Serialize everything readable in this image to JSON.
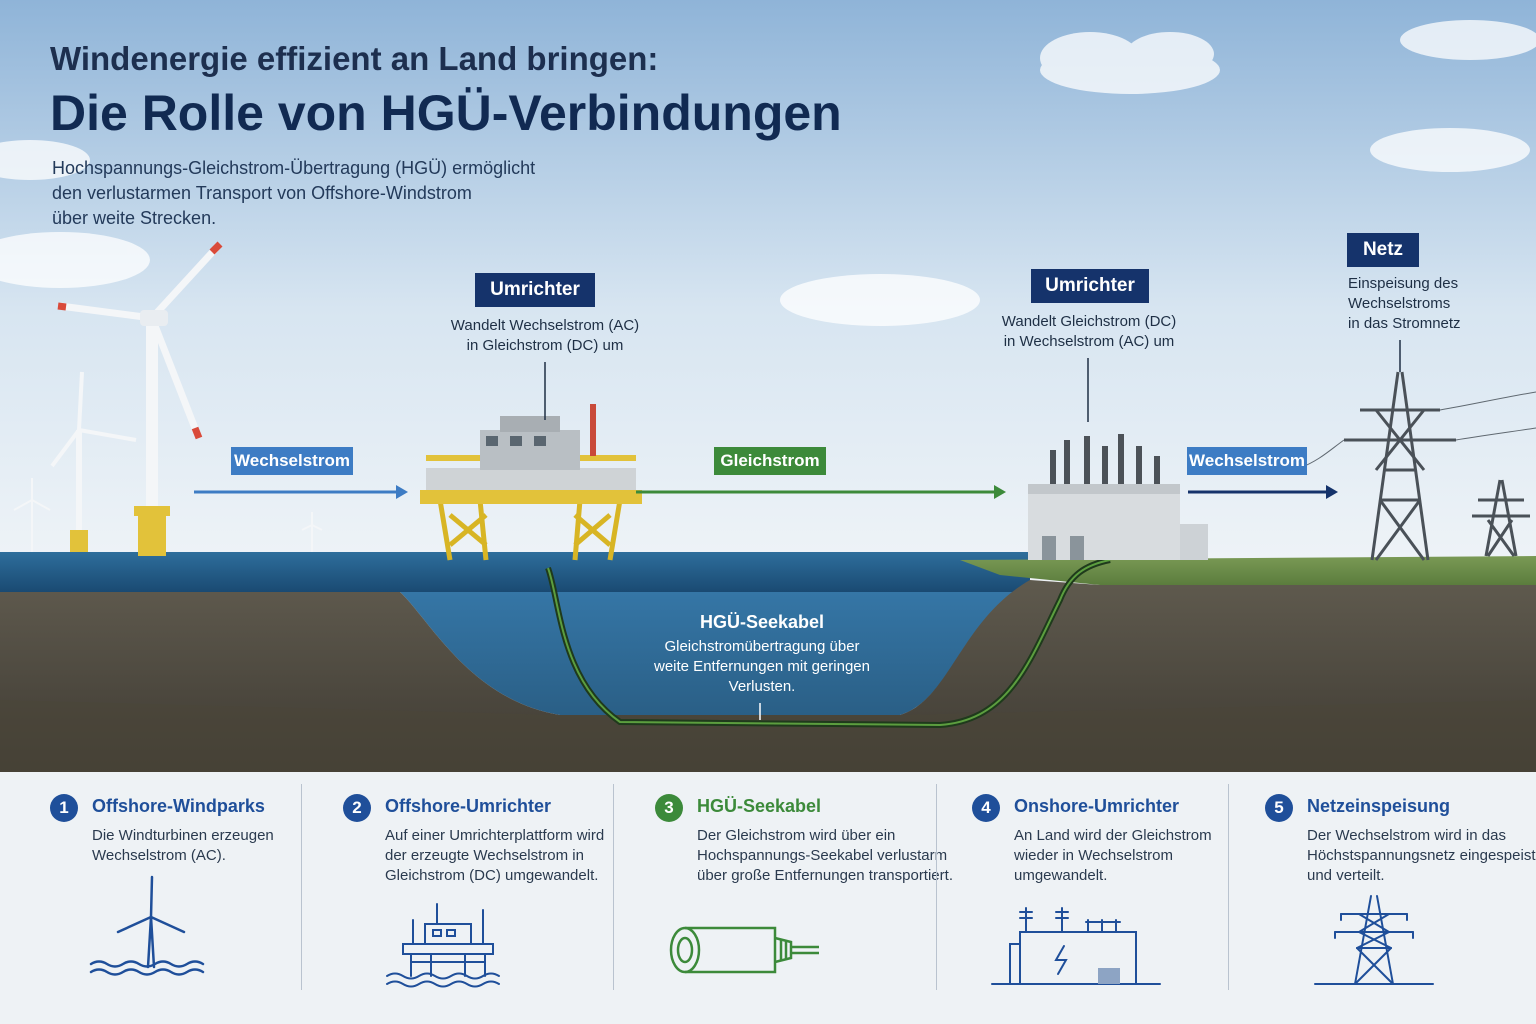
{
  "title": {
    "line1": "Windenergie effizient an Land bringen:",
    "line2": "Die Rolle von HGÜ-Verbindungen"
  },
  "intro": [
    "Hochspannungs-Gleichstrom-Übertragung (HGÜ) ermöglicht",
    "den verlustarmen Transport von Offshore-Windstrom",
    "über weite Strecken."
  ],
  "labels": {
    "umrichter_offshore": {
      "title": "Umrichter",
      "desc": [
        "Wandelt Wechselstrom (AC)",
        "in Gleichstrom (DC) um"
      ]
    },
    "umrichter_onshore": {
      "title": "Umrichter",
      "desc": [
        "Wandelt Gleichstrom (DC)",
        "in Wechselstrom (AC) um"
      ]
    },
    "netz": {
      "title": "Netz",
      "desc": [
        "Einspeisung des",
        "Wechselstroms",
        "in das Stromnetz"
      ]
    },
    "arrow_ac_left": "Wechselstrom",
    "arrow_dc": "Gleichstrom",
    "arrow_ac_right": "Wechselstrom",
    "seekabel": {
      "title": "HGÜ-Seekabel",
      "desc": [
        "Gleichstromübertragung über",
        "weite Entfernungen mit geringen",
        "Verlusten."
      ]
    }
  },
  "steps": [
    {
      "num": "1",
      "title": "Offshore-Windparks",
      "lines": [
        "Die Windturbinen erzeugen",
        "Wechselstrom (AC)."
      ],
      "icon": "wind-turbine-icon"
    },
    {
      "num": "2",
      "title": "Offshore-Umrichter",
      "lines": [
        "Auf einer Umrichterplattform wird",
        "der erzeugte Wechselstrom in",
        "Gleichstrom (DC) umgewandelt."
      ],
      "icon": "offshore-platform-icon"
    },
    {
      "num": "3",
      "title": "HGÜ-Seekabel",
      "lines": [
        "Der Gleichstrom wird über ein",
        "Hochspannungs-Seekabel verlustarm",
        "über große Entfernungen transportiert."
      ],
      "icon": "cable-icon"
    },
    {
      "num": "4",
      "title": "Onshore-Umrichter",
      "lines": [
        "An Land wird der Gleichstrom",
        "wieder in Wechselstrom",
        "umgewandelt."
      ],
      "icon": "converter-station-icon"
    },
    {
      "num": "5",
      "title": "Netzeinspeisung",
      "lines": [
        "Der Wechselstrom wird in das",
        "Höchstspannungsnetz eingespeist",
        "und verteilt."
      ],
      "icon": "transmission-tower-icon"
    }
  ],
  "colors": {
    "navy": "#15336b",
    "blue": "#3d7cc4",
    "green": "#3c8a3a",
    "step_blue": "#1f4f9a",
    "step_green": "#3c8a3a"
  }
}
